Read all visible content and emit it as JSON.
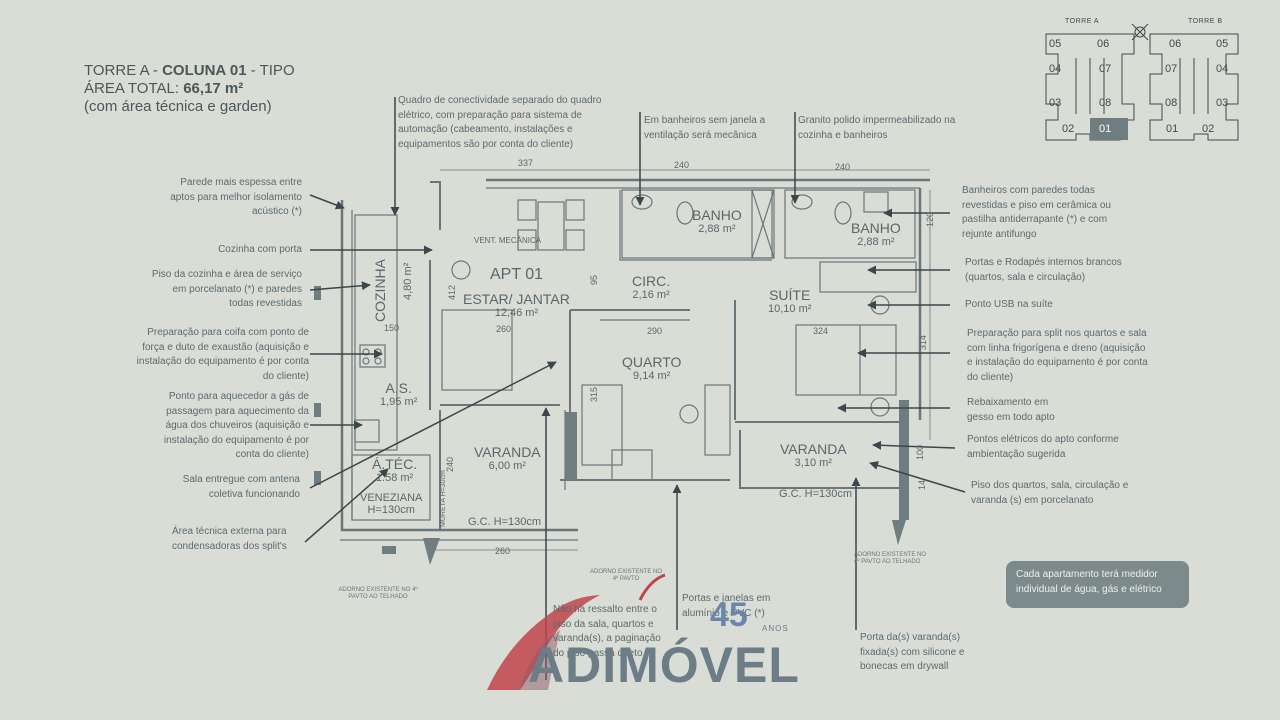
{
  "header": {
    "line1_prefix": "TORRE A - ",
    "line1_bold": "COLUNA 01",
    "line1_suffix": " - TIPO",
    "line2_prefix": "ÁREA TOTAL: ",
    "line2_bold": "66,17 m²",
    "line3": "(com área técnica e garden)"
  },
  "annotations_left": [
    "Parede mais espessa entre aptos para melhor isolamento acústico (*)",
    "Cozinha com porta",
    "Piso da cozinha e área de serviço em porcelanato (*) e paredes todas revestidas",
    "Preparação para coifa com ponto de força e duto de exaustão (aquisição e instalação do equipamento é por conta do cliente)",
    "Ponto para aquecedor a gás de passagem para aquecimento da água dos chuveiros (aquisição e instalação do equipamento é por conta do cliente)",
    "Sala entregue com antena coletiva funcionando",
    "Área técnica externa para condensadoras dos split's"
  ],
  "annotations_top": [
    "Quadro de conectividade separado do quadro elétrico, com preparação para sistema de automação (cabeamento, instalações e equipamentos são por conta do cliente)",
    "Em banheiros sem janela a ventilação será mecânica",
    "Granito polido impermeabilizado na cozinha e banheiros"
  ],
  "annotations_right": [
    "Banheiros com paredes todas revestidas e piso em cerâmica ou pastilha antiderrapante (*) e com rejunte antifungo",
    "Portas e Rodapés internos brancos (quartos, sala e circulação)",
    "Ponto USB na suíte",
    "Preparação para split nos quartos e sala com linha frigorígena e dreno (aquisição e instalação do equipamento é por conta do cliente)",
    "Rebaixamento em gesso em todo apto",
    "Pontos elétricos do apto conforme ambientação sugerida",
    "Piso dos quartos, sala, circulação e varanda (s) em porcelanato"
  ],
  "annotations_bottom": [
    "Não há ressalto entre o piso da sala, quartos e varanda(s), a paginação do piso passa direto",
    "Portas e janelas em alumínio e PVC (*)",
    "Porta da(s) varanda(s) fixada(s) com silicone e bonecas em drywall"
  ],
  "note": "Cada apartamento terá medidor individual de água, gás e elétrico",
  "rooms": {
    "apt": "APT 01",
    "estar": "ESTAR/ JANTAR",
    "estar_area": "12,46 m²",
    "cozinha": "COZINHA",
    "cozinha_area": "4,80 m²",
    "as": "A.S.",
    "as_area": "1,95 m²",
    "atec": "Á.TÉC.",
    "atec_area": "1.58 m²",
    "veneziana": "VENEZIANA",
    "veneziana_h": "H=130cm",
    "circ": "CIRC.",
    "circ_area": "2,16 m²",
    "banho1": "BANHO",
    "banho1_area": "2,88 m²",
    "banho2": "BANHO",
    "banho2_area": "2,88 m²",
    "suite": "SUÍTE",
    "suite_area": "10,10 m²",
    "quarto": "QUARTO",
    "quarto_area": "9,14 m²",
    "varanda1": "VARANDA",
    "varanda1_area": "6,00 m²",
    "varanda2": "VARANDA",
    "varanda2_area": "3,10 m²",
    "gc1": "G.C. H=130cm",
    "gc2": "G.C. H=130cm",
    "vent": "VENT. MECÂNICA",
    "mureta": "MURETA H=30cm"
  },
  "dims": {
    "d337": "337",
    "d240a": "240",
    "d240b": "240",
    "d412": "412",
    "d150": "150",
    "d260a": "260",
    "d95": "95",
    "d290": "290",
    "d324": "324",
    "d314": "314",
    "d315": "315",
    "d240c": "240",
    "d120": "120",
    "d100": "100",
    "d14": "14",
    "d260b": "260"
  },
  "adorno": {
    "left": "ADORNO EXISTENTE NO 4º PAVTO AO TELHADO",
    "center": "ADORNO EXISTENTE NO 4º PAVTO",
    "right": "ADORNO EXISTENTE NO 4º PAVTO AO TELHADO"
  },
  "mini_map": {
    "torre_a": "TORRE A",
    "torre_b": "TORRE B",
    "a_units": [
      "05",
      "06",
      "04",
      "07",
      "03",
      "08",
      "02",
      "01"
    ],
    "b_units": [
      "06",
      "05",
      "07",
      "04",
      "08",
      "03",
      "01",
      "02"
    ],
    "highlight": "01",
    "highlight_color": "#6f7c80"
  },
  "logo": {
    "brand": "ADIMÓVEL",
    "years": "45",
    "anos": "ANOS"
  },
  "colors": {
    "background": "#d9ddd6",
    "lines": "#5f6b6f",
    "accent_red": "#c0444b"
  }
}
